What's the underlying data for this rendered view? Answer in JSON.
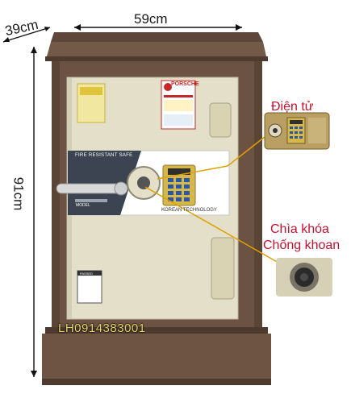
{
  "dimensions": {
    "width_label": "59cm",
    "depth_label": "39cm",
    "height_label": "91cm"
  },
  "callouts": {
    "electronic": "Điện tử",
    "key_line1": "Chìa khóa",
    "key_line2": "Chống khoan"
  },
  "watermark": {
    "phone": "LH0914383001"
  },
  "safe": {
    "brand": "PORSCHE",
    "panel_title": "FIRE RESISTANT SAFE",
    "panel_footer": "KOREAN TECHNOLOGY",
    "model_label": "MODEL",
    "passed_label": "PASSED"
  },
  "colors": {
    "body": "#6b5242",
    "door": "#e3dfc8",
    "callout_text": "#c8102e",
    "keypad": "#d6b84a"
  }
}
